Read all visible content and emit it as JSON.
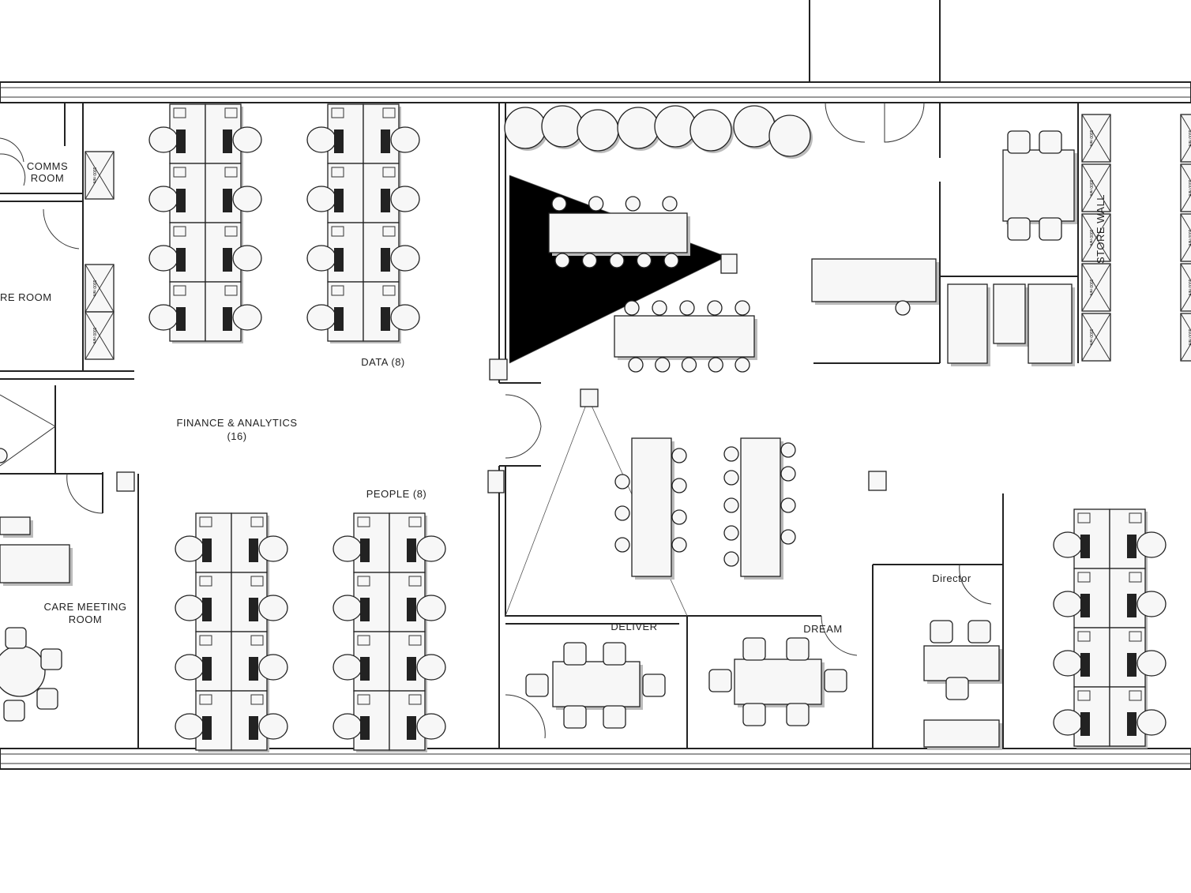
{
  "plan": {
    "rooms": {
      "comms_line1": "COMMS",
      "comms_line2": "ROOM",
      "store_room": "RE ROOM",
      "data": "DATA (8)",
      "finance_line1": "FINANCE & ANALYTICS",
      "finance_line2": "(16)",
      "people": "PEOPLE (8)",
      "care_line1": "CARE MEETING",
      "care_line2": "ROOM",
      "deliver": "DELIVER",
      "dream": "DREAM",
      "director": "Director",
      "store_wall": "STORE WALL"
    },
    "cabinet_label": "1000 mm"
  }
}
